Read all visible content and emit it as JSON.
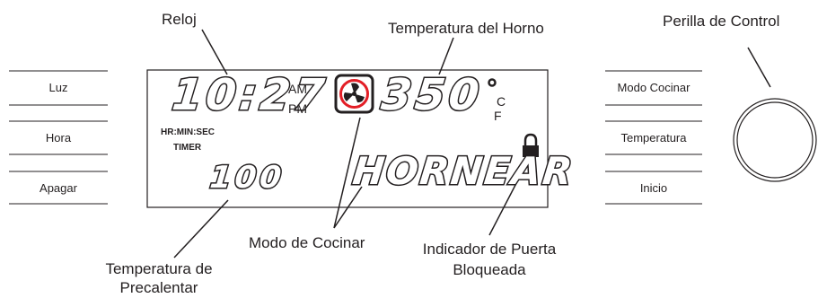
{
  "left_buttons": [
    "Luz",
    "Hora",
    "Apagar"
  ],
  "right_buttons": [
    "Modo Cocinar",
    "Temperatura",
    "Inicio"
  ],
  "display": {
    "clock": "10:27",
    "am": "AM",
    "pm": "PM",
    "timer_caption": "HR:MIN:SEC",
    "timer_label": "TIMER",
    "preheat_value": "100",
    "temperature": "350",
    "unit_c": "C",
    "unit_f": "F",
    "mode_text": "HORNEAR"
  },
  "callouts": {
    "clock": "Reloj",
    "oven_temp": "Temperatura del Horno",
    "knob": "Perilla de Control",
    "cook_mode": "Modo de Cocinar",
    "door_lock": "Indicador de Puerta\nBloqueada",
    "preheat_temp": "Temperatura de\nPrecalentar"
  },
  "icons": [
    "fan-icon",
    "lock-icon",
    "degree-symbol",
    "control-knob"
  ]
}
